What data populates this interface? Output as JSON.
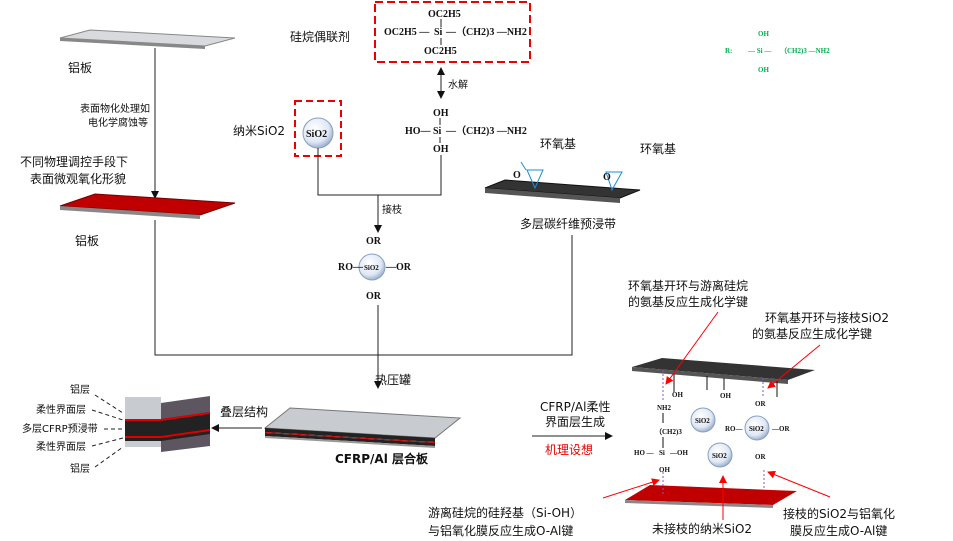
{
  "colors": {
    "red": "#c00000",
    "accent_red": "#ff0000",
    "green": "#00b050",
    "carbon": "#333333",
    "aluminum": "#c8cbcf",
    "epoxy": "#1a8fd0"
  },
  "aluminum_plate": {
    "label_top": "铝板",
    "treatment_1": "表面物化处理如",
    "treatment_2": "电化学腐蚀等",
    "morph_1": "不同物理调控手段下",
    "morph_2": "表面微观氧化形貌",
    "label_bottom": "铝板"
  },
  "silane": {
    "label": "硅烷偶联剂",
    "top": "OC2H5",
    "left": "OC2H5 —",
    "si": "Si",
    "chain": "—（CH2)3 —NH2",
    "bottom": "OC2H5",
    "hydrolysis": "水解",
    "h_top": "OH",
    "h_left": "HO—",
    "h_chain": "—（CH2)3 —NH2",
    "h_bottom": "OH"
  },
  "r_group": {
    "prefix": "R:",
    "top": "OH",
    "si": "— Si —",
    "chain": "（CH2)3 —NH2",
    "bottom": "OH"
  },
  "nano_sio2": {
    "label": "纳米SiO2",
    "particle": "SiO2",
    "graft": "接枝",
    "grafted_top": "OR",
    "grafted_left": "RO—",
    "grafted_right": "—OR",
    "grafted_bottom": "OR"
  },
  "cfrp": {
    "epoxy_1": "环氧基",
    "epoxy_2": "环氧基",
    "label": "多层碳纤维预浸带",
    "epoxy_o": "O"
  },
  "autoclave": "热压罐",
  "laminate": {
    "label": "CFRP/Al 层合板",
    "stack": "叠层结构",
    "layers": [
      "铝层",
      "柔性界面层",
      "多层CFRP预浸带",
      "柔性界面层",
      "铝层"
    ]
  },
  "mechanism": {
    "title_1": "CFRP/Al柔性",
    "title_2": "界面层生成",
    "hypothesis": "机理设想",
    "note_tl_1": "环氧基开环与游离硅烷",
    "note_tl_2": "的氨基反应生成化学键",
    "note_tr_1": "环氧基开环与接枝SiO2",
    "note_tr_2": "的氨基反应生成化学键",
    "note_bl_1": "游离硅烷的硅羟基（Si-OH）",
    "note_bl_2": "与铝氧化膜反应生成O-Al键",
    "note_bm": "未接枝的纳米SiO2",
    "note_br_1": "接枝的SiO2与铝氧化",
    "note_br_2": "膜反应生成O-Al键",
    "oh": "OH",
    "nh2": "NH2",
    "ch2": "（CH2)3",
    "si": "Si",
    "ho": "HO —",
    "oh_r": "—OH",
    "or": "OR",
    "ro": "RO—",
    "or_r": "—OR",
    "sio2": "SiO2"
  }
}
